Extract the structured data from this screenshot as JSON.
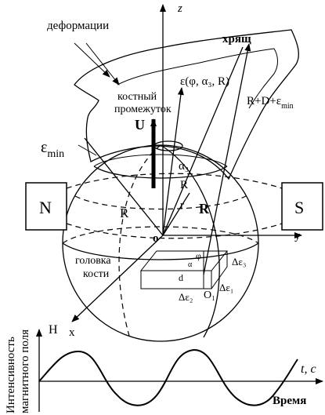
{
  "labels": {
    "deformations": "деформации",
    "cartilage": "хрящ",
    "bone_gap_line1": "костный",
    "bone_gap_line2": "промежуток",
    "epsilon_func": "ε(φ, α₃, R)",
    "distance_expr": "R+D+ε",
    "distance_sub": "min",
    "eps_min": "ε",
    "eps_min_sub": "min",
    "velocity": "U",
    "alpha3": "α₃",
    "r_upper": "R",
    "r_lower": "r",
    "r_bold": "R",
    "r_left": "R",
    "magnet_n": "N",
    "magnet_s": "S",
    "origin_o": "o",
    "axis_z": "z",
    "axis_y": "y",
    "axis_x": "x",
    "bone_head_line1": "головка",
    "bone_head_line2": "кости",
    "phi": "φ",
    "alpha": "α",
    "d": "d",
    "d_eps3": "Δε₃",
    "d_eps2": "Δε₂",
    "o1": "O₁",
    "d_eps1": "Δε₁",
    "field_axis": "H",
    "field_ylabel_line1": "Интенсивность",
    "field_ylabel_line2": "магнитного поля",
    "time_axis": "t, c",
    "time_label": "Время"
  },
  "colors": {
    "ink": "#000000",
    "paper": "#ffffff"
  }
}
